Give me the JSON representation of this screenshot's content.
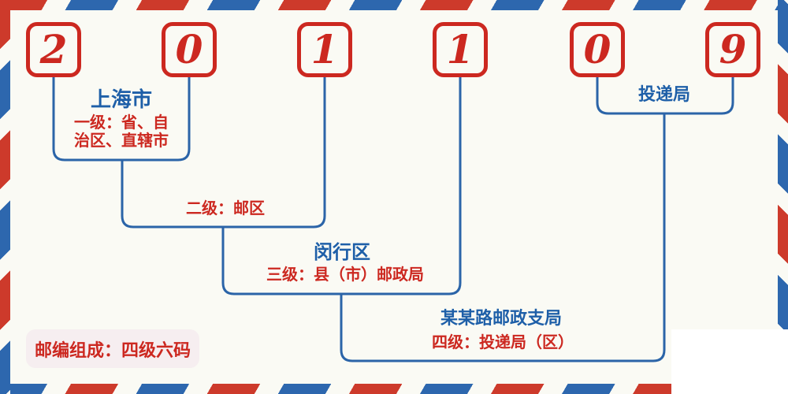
{
  "postal_code": "201109",
  "digits": [
    "2",
    "0",
    "1",
    "1",
    "0",
    "9"
  ],
  "labels": {
    "level1_name": "上海市",
    "level1_desc_line1": "一级：省、自",
    "level1_desc_line2": "治区、直辖市",
    "level2_desc": "二级：邮区",
    "level3_name": "闵行区",
    "level3_desc": "三级：县（市）邮政局",
    "level4_name": "某某路邮政支局",
    "level4_desc": "四级：投递局（区）",
    "delivery_office": "投递局",
    "badge": "邮编组成：四级六码"
  },
  "colors": {
    "red": "#cc2820",
    "stripe_red": "#cd3a2b",
    "line_blue": "#2b64a8",
    "text_blue": "#1e5fa8",
    "stripe_blue": "#2d67ae",
    "background": "#fafaf4",
    "badge_background": "#f6eef0"
  }
}
